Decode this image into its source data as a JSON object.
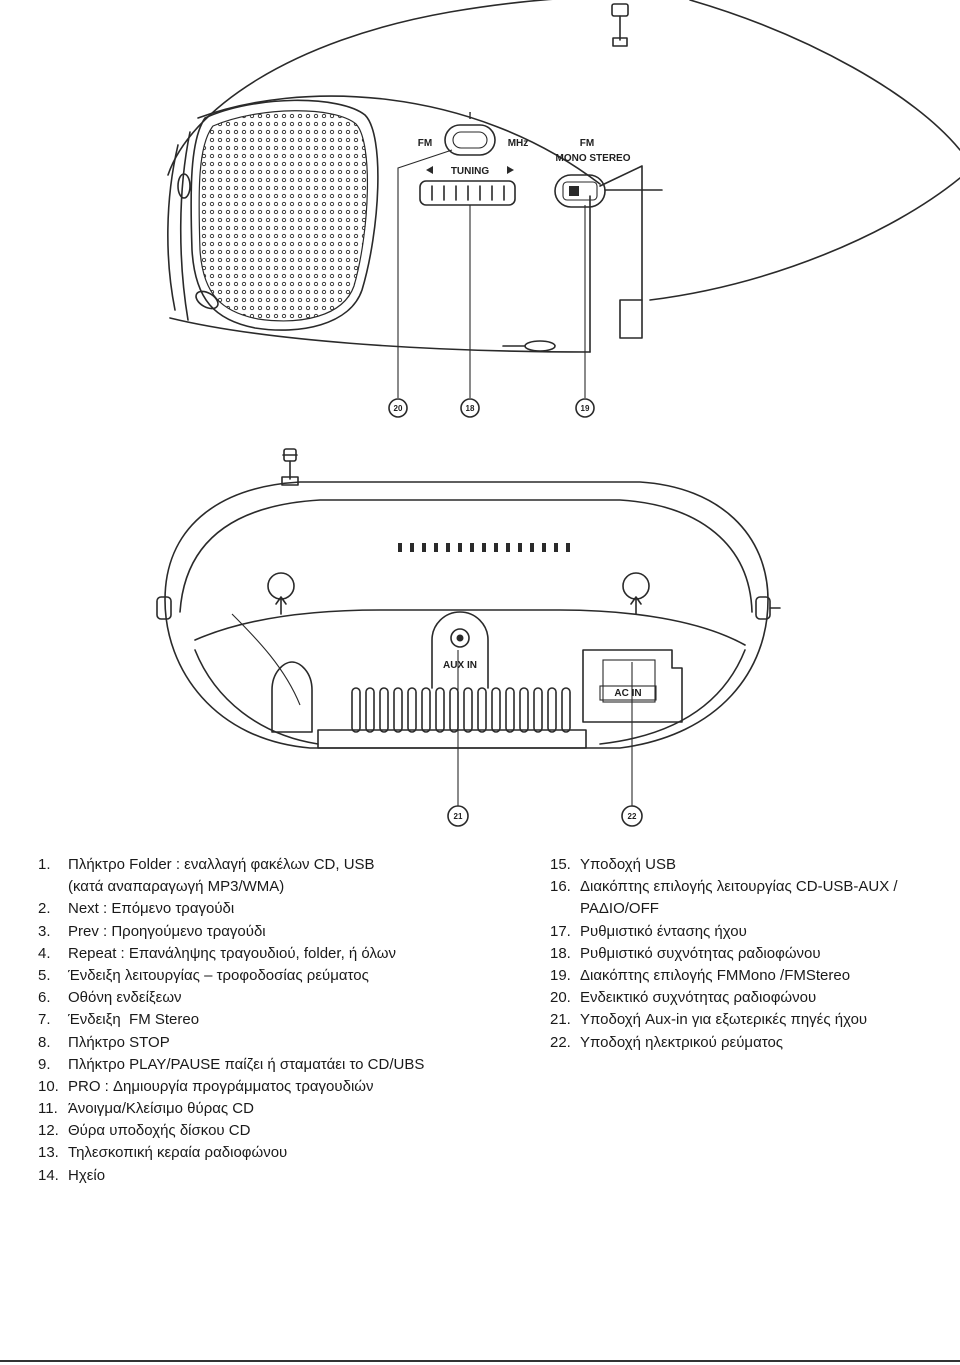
{
  "top_diagram": {
    "mark": "!",
    "fm_label": "FM",
    "mhz_label": "MHz",
    "tuning_label": "TUNING",
    "switch_fm_label": "FM",
    "switch_mode_label": "MONO STEREO",
    "callouts": [
      "20",
      "18",
      "19"
    ]
  },
  "back_diagram": {
    "aux_label": "AUX IN",
    "ac_label": "AC IN",
    "callouts": [
      "21",
      "22"
    ]
  },
  "legend": {
    "left": [
      {
        "number": "1.",
        "lines": [
          "Πλήκτρο Folder : εναλλαγή φακέλων CD, USB",
          "(κατά αναπαραγωγή MP3/WMA)"
        ]
      },
      {
        "number": "2.",
        "lines": [
          "Next : Επόμενο τραγούδι"
        ]
      },
      {
        "number": "3.",
        "lines": [
          "Prev : Προηγούμενο τραγούδι"
        ]
      },
      {
        "number": "4.",
        "lines": [
          "Repeat : Επανάληψης τραγουδιού, folder, ή όλων"
        ]
      },
      {
        "number": "5.",
        "lines": [
          "Ένδειξη λειτουργίας – τροφοδοσίας ρεύματος"
        ]
      },
      {
        "number": "6.",
        "lines": [
          "Οθόνη ενδείξεων"
        ]
      },
      {
        "number": "7.",
        "lines": [
          "Ένδειξη  FM Stereo"
        ]
      },
      {
        "number": "8.",
        "lines": [
          "Πλήκτρο STOP"
        ]
      },
      {
        "number": "9.",
        "lines": [
          "Πλήκτρο PLAY/PAUSE παίζει ή σταματάει το CD/UBS"
        ]
      },
      {
        "number": "10.",
        "lines": [
          "PRO : Δημιουργία προγράμματος τραγουδιών"
        ]
      },
      {
        "number": "11.",
        "lines": [
          "Άνοιγμα/Κλείσιμο θύρας CD"
        ]
      },
      {
        "number": "12.",
        "lines": [
          "Θύρα υποδοχής δίσκου CD"
        ]
      },
      {
        "number": "13.",
        "lines": [
          "Τηλεσκοπική κεραία ραδιοφώνου"
        ]
      },
      {
        "number": "14.",
        "lines": [
          "Ηχείο"
        ]
      }
    ],
    "right": [
      {
        "number": "15.",
        "lines": [
          "Υποδοχή USB"
        ]
      },
      {
        "number": "16.",
        "lines": [
          "Διακόπτης επιλογής λειτουργίας CD-USB-AUX /",
          "ΡΑΔΙΟ/OFF"
        ]
      },
      {
        "number": "17.",
        "lines": [
          "Ρυθμιστικό έντασης ήχου"
        ]
      },
      {
        "number": "18.",
        "lines": [
          "Ρυθμιστικό συχνότητας ραδιοφώνου"
        ]
      },
      {
        "number": "19.",
        "lines": [
          "Διακόπτης επιλογής FMMono /FMStereo"
        ]
      },
      {
        "number": "20.",
        "lines": [
          "Ενδεικτικό συχνότητας ραδιοφώνου"
        ]
      },
      {
        "number": "21.",
        "lines": [
          "Υποδοχή Aux-in για εξωτερικές πηγές ήχου"
        ]
      },
      {
        "number": "22.",
        "lines": [
          "Υποδοχή ηλεκτρικού ρεύματος"
        ]
      }
    ]
  }
}
